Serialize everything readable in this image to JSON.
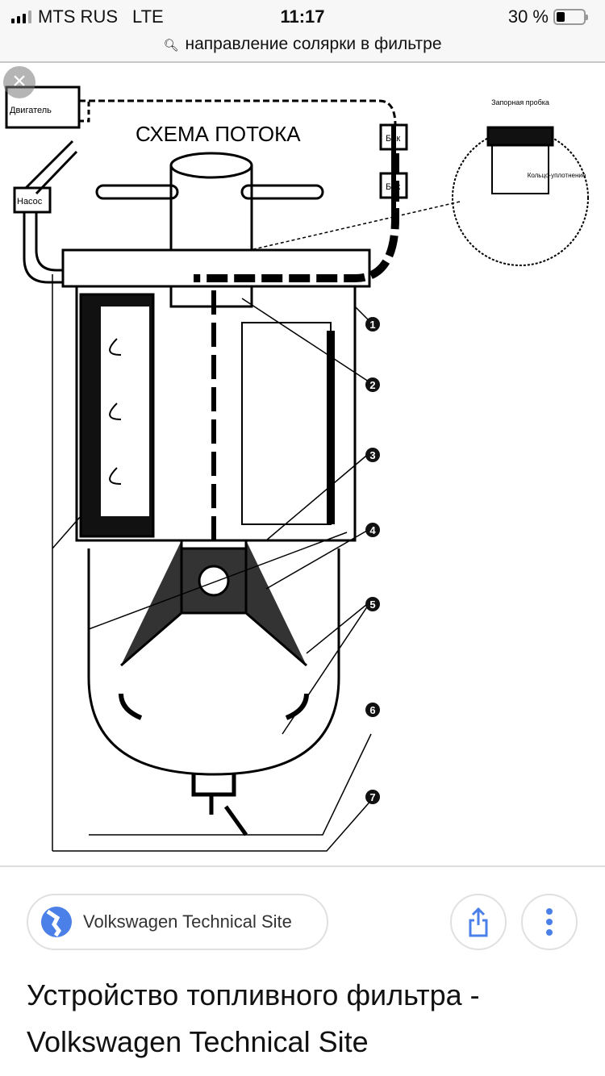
{
  "status": {
    "carrier": "MTS RUS",
    "network": "LTE",
    "time": "11:17",
    "battery": "30 %",
    "battery_level": 0.3
  },
  "search": {
    "query": "направление солярки в фильтре",
    "icon": "search-icon"
  },
  "diagram": {
    "title": "СХЕМА ПОТОКА",
    "engine": "Двигатель",
    "pump": "Насос",
    "tank1": "Бак",
    "tank2": "Бак",
    "inset_plug": "Запорная пробка",
    "inset_ring": "Кольцо-уплотнение",
    "markers": [
      "1",
      "2",
      "3",
      "4",
      "5",
      "6",
      "7"
    ]
  },
  "source": {
    "name": "Volkswagen Technical Site",
    "icon": "globe-icon",
    "accent": "#4a80e8"
  },
  "actions": {
    "share": "share-icon",
    "more": "more-icon"
  },
  "result": {
    "title": "Устройство топливного фильтра - Volkswagen Technical Site"
  }
}
